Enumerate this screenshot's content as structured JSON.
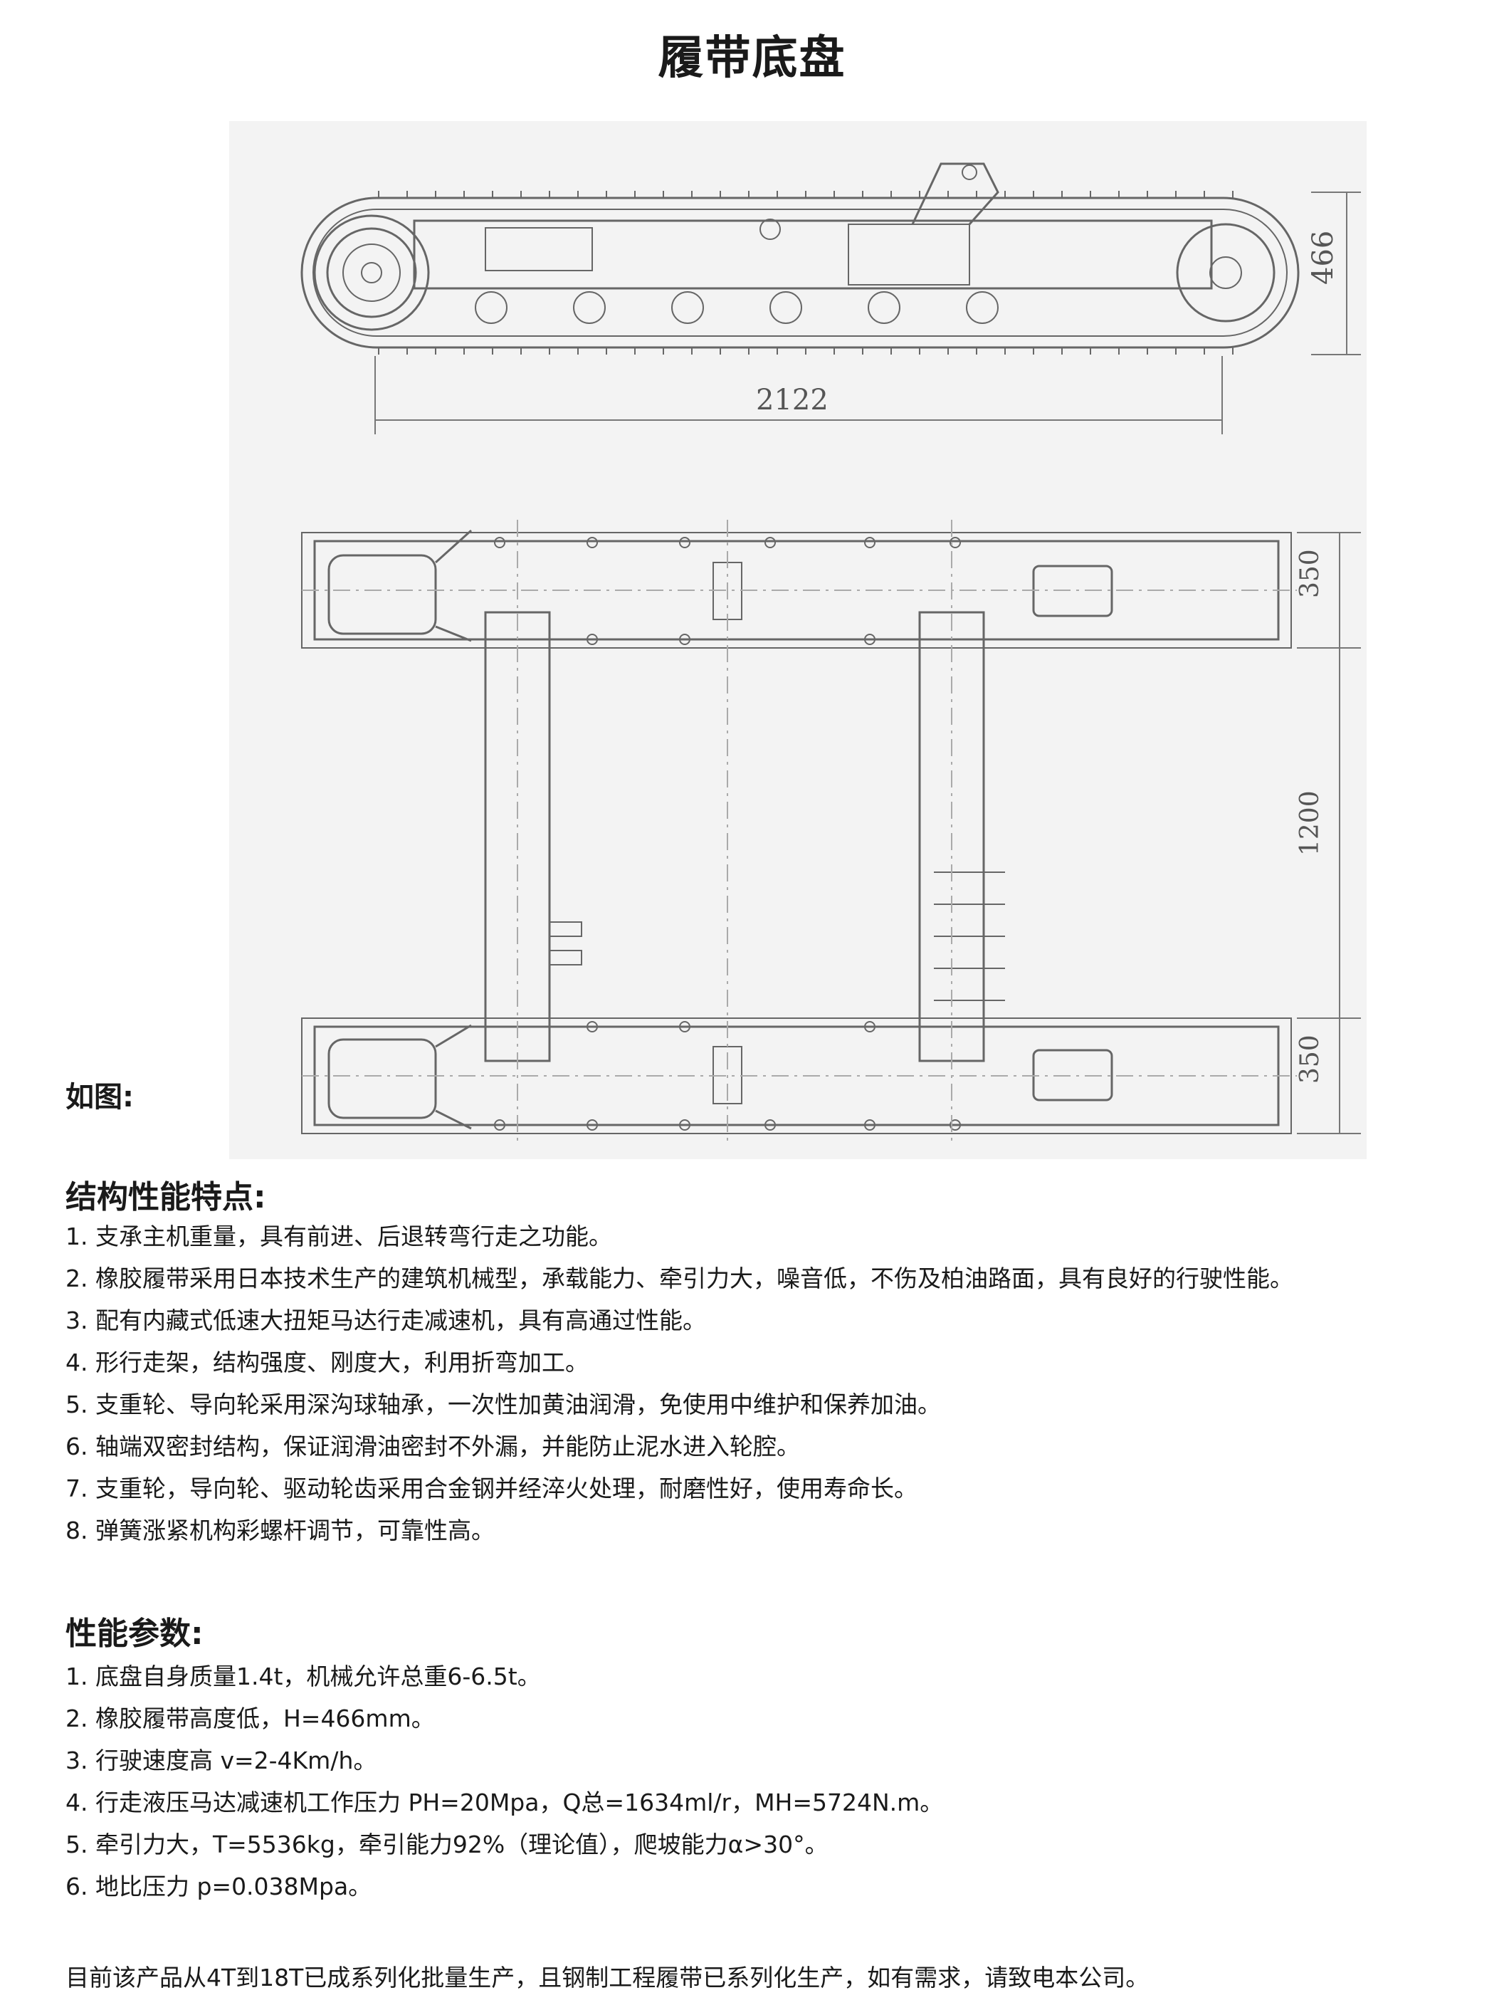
{
  "title": "履带底盘",
  "drawing": {
    "dimensions": {
      "side_height": "466",
      "side_length": "2122",
      "track_width_top": "350",
      "track_gauge": "1200",
      "track_width_bottom": "350"
    }
  },
  "figure_label": "如图:",
  "features": {
    "heading": "结构性能特点:",
    "items": [
      "1. 支承主机重量，具有前进、后退转弯行走之功能。",
      "2. 橡胶履带采用日本技术生产的建筑机械型，承载能力、牵引力大，噪音低，不伤及柏油路面，具有良好的行驶性能。",
      "3. 配有内藏式低速大扭矩马达行走减速机，具有高通过性能。",
      "4.  形行走架，结构强度、刚度大，利用折弯加工。",
      "5. 支重轮、导向轮采用深沟球轴承，一次性加黄油润滑，免使用中维护和保养加油。",
      "6. 轴端双密封结构，保证润滑油密封不外漏，并能防止泥水进入轮腔。",
      "7. 支重轮，导向轮、驱动轮齿采用合金钢并经淬火处理，耐磨性好，使用寿命长。",
      "8. 弹簧涨紧机构彩螺杆调节，可靠性高。"
    ]
  },
  "params": {
    "heading": "性能参数:",
    "items": [
      "1. 底盘自身质量1.4t，机械允许总重6-6.5t。",
      "2. 橡胶履带高度低，H=466mm。",
      "3. 行驶速度高 v=2-4Km/h。",
      "4. 行走液压马达减速机工作压力 PH=20Mpa，Q总=1634ml/r，MH=5724N.m。",
      "5. 牵引力大，T=5536kg，牵引能力92%（理论值），爬坡能力α>30°。",
      "6. 地比压力 p=0.038Mpa。"
    ]
  },
  "footer": "目前该产品从4T到18T已成系列化批量生产，且钢制工程履带已系列化生产，如有需求，请致电本公司。"
}
